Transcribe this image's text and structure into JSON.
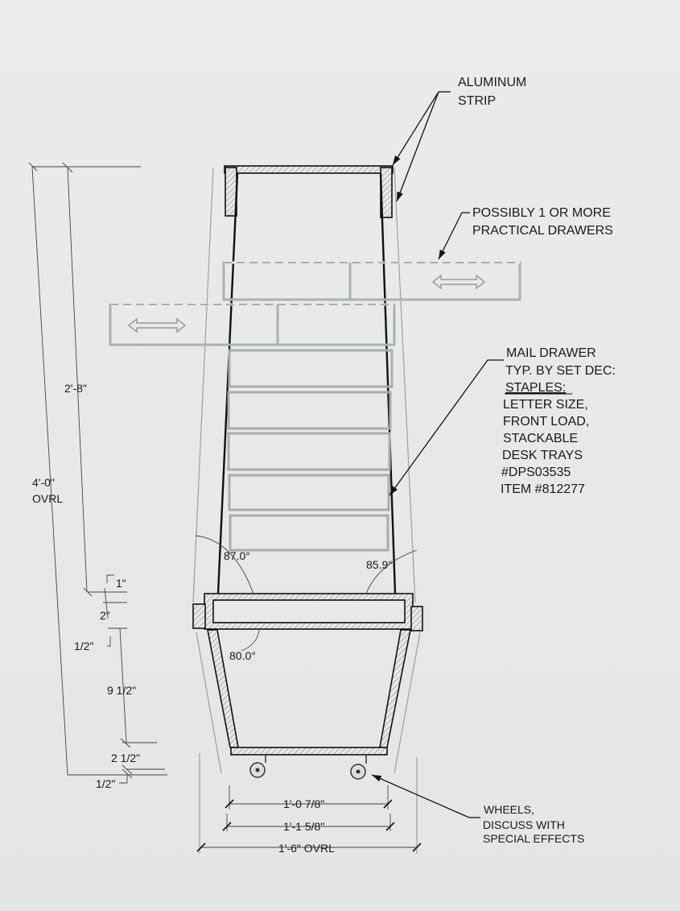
{
  "labels": {
    "aluminum_strip": [
      "ALUMINUM",
      "STRIP"
    ],
    "practical_drawers": [
      "POSSIBLY 1 OR MORE",
      "PRACTICAL DRAWERS"
    ],
    "mail_drawer": [
      "MAIL DRAWER",
      "TYP. BY SET DEC:",
      "STAPLES:",
      "LETTER SIZE,",
      "FRONT LOAD,",
      "STACKABLE",
      "DESK TRAYS",
      "#DPS03535",
      "ITEM #812277"
    ],
    "wheels": [
      "WHEELS,",
      "DISCUSS WITH",
      "SPECIAL EFFECTS"
    ]
  },
  "angles": {
    "left_upper": "87.0°",
    "right_upper": "85.9°",
    "lower": "80.0°"
  },
  "dimensions": {
    "upper_height": "2'-8\"",
    "overall_height": [
      "4'-0\"",
      "OVRL"
    ],
    "d1": "1\"",
    "d2": "2\"",
    "d3": "1/2\"",
    "d4": "9 1/2\"",
    "d5": "2 1/2\"",
    "d6": "1/2\"",
    "w1": "1'-0 7/8\"",
    "w2": "1'-1 5/8\"",
    "w3": "1'-6\" OVRL"
  },
  "colors": {
    "background": "#e7e8ea",
    "line": "#111111",
    "ghost": "#9a9fa3"
  }
}
